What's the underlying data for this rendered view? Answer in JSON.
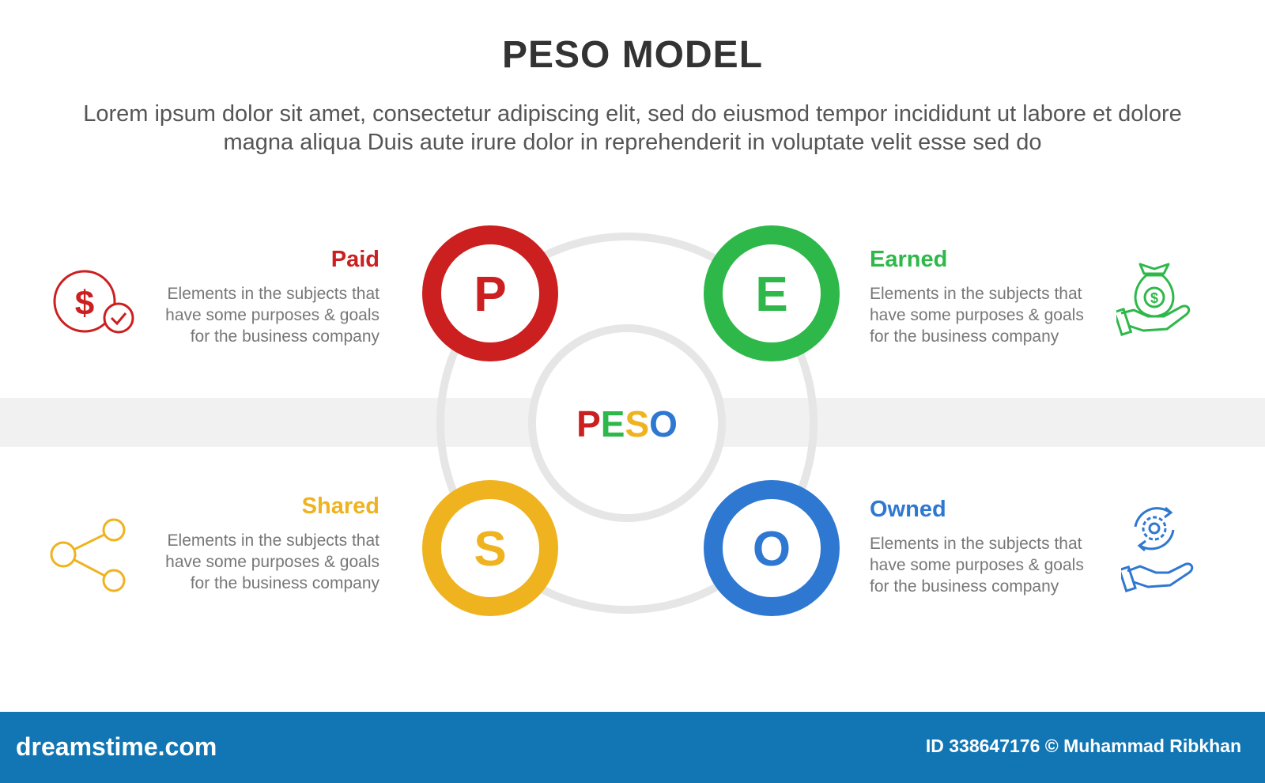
{
  "title": "PESO MODEL",
  "subtitle": "Lorem ipsum dolor sit amet, consectetur adipiscing elit, sed do eiusmod tempor incididunt ut labore et dolore magna aliqua Duis aute irure dolor in reprehenderit in voluptate velit esse sed do",
  "center": {
    "letters": [
      {
        "char": "P",
        "color": "#cc1f1f"
      },
      {
        "char": "E",
        "color": "#2fb84a"
      },
      {
        "char": "S",
        "color": "#efb320"
      },
      {
        "char": "O",
        "color": "#2f78d2"
      }
    ]
  },
  "items": [
    {
      "letter": "P",
      "heading": "Paid",
      "color": "#cc1f1f",
      "desc": [
        "Elements in the subjects that",
        "have  some purposes & goals",
        "for the  business company"
      ],
      "icon": "dollar-check-icon"
    },
    {
      "letter": "E",
      "heading": "Earned",
      "color": "#2fb84a",
      "desc": [
        "Elements in the subjects that",
        "have  some purposes & goals",
        "for the  business company"
      ],
      "icon": "money-bag-hand-icon"
    },
    {
      "letter": "S",
      "heading": "Shared",
      "color": "#efb320",
      "desc": [
        "Elements in the subjects that",
        "have  some purposes & goals",
        "for the  business company"
      ],
      "icon": "share-icon"
    },
    {
      "letter": "O",
      "heading": "Owned",
      "color": "#2f78d2",
      "desc": [
        "Elements in the subjects that",
        "have  some purposes & goals",
        "for the  business company"
      ],
      "icon": "gear-hand-icon"
    }
  ],
  "footer": {
    "logo": "dreamstime.com",
    "credit": "ID 338647176 © Muhammad Ribkhan",
    "background": "#1176b3"
  }
}
